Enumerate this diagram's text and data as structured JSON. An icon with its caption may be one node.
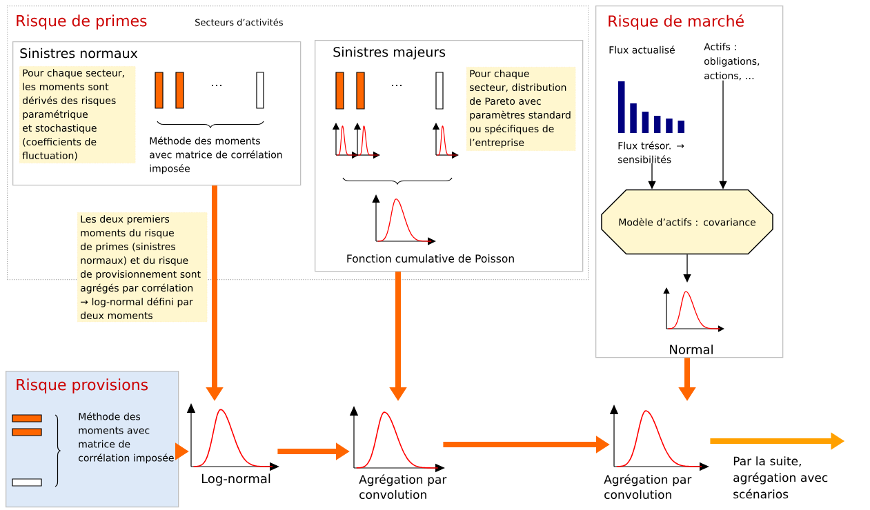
{
  "diagram": {
    "nodes": [
      {
        "text": [
          "Risque de primes",
          "Secteurs d’activités"
        ]
      },
      {
        "text": [
          "Sinistres normaux",
          "Méthode des moments avec matrice de corrélation imposée"
        ],
        "in": 0
      },
      {
        "text": [
          "Pour chaque secteur, les moments sont dérivés des risques paramétrique et stochastique (coefficients de fluctuation)"
        ],
        "in": 1
      },
      {
        "text": [
          "Sinistres majeurs",
          "Fonction cumulative de Poisson"
        ],
        "in": 0
      },
      {
        "text": [
          "Pour chaque secteur, distribution de Pareto avec paramètres standard ou spécifiques de l’entreprise"
        ],
        "in": 3
      },
      {
        "text": [
          "Risque de marché",
          "Flux actualisé"
        ]
      },
      {
        "text": [
          "Actifs : obligations, actions, …"
        ],
        "in": 5
      },
      {
        "text": [
          "Flux trésor. → sensibilités"
        ],
        "in": 5
      },
      {
        "text": [
          "Modèle d’actifs : covariance"
        ],
        "in": 5
      },
      {
        "text": [
          "Normal"
        ],
        "in": 5
      },
      {
        "text": [
          "Les deux premiers moments du risque de primes (sinistres normaux) et du risque de provisionnement sont agrégés par corrélation → log-normal défini par deux moments"
        ]
      },
      {
        "text": [
          "Risque provisions",
          "Méthode des moments avec matrice de corrélation imposée"
        ]
      },
      {
        "text": [
          "Log-normal"
        ]
      },
      {
        "text": [
          "Agrégation par convolution"
        ]
      },
      {
        "text": [
          "Agrégation par convolution"
        ]
      },
      {
        "text": [
          "Par la suite, agrégation avec scénarios"
        ]
      }
    ],
    "edges": [
      {
        "from": 1,
        "to": 12,
        "arrow": "to"
      },
      {
        "from": 11,
        "to": 12,
        "arrow": "to"
      },
      {
        "from": 12,
        "to": 13,
        "arrow": "to"
      },
      {
        "from": 3,
        "to": 13,
        "arrow": "to"
      },
      {
        "from": 13,
        "to": 14,
        "arrow": "to"
      },
      {
        "from": 5,
        "to": 14,
        "arrow": "to"
      },
      {
        "from": 14,
        "to": 15,
        "arrow": "to",
        "color": "#ffa000"
      },
      {
        "from": 7,
        "to": 8,
        "arrow": "to",
        "color": "#000000"
      },
      {
        "from": 6,
        "to": 8,
        "arrow": "to",
        "color": "#000000"
      },
      {
        "from": 8,
        "to": 9,
        "arrow": "to",
        "color": "#000000"
      }
    ],
    "labels": [
      "…",
      "…"
    ]
  }
}
